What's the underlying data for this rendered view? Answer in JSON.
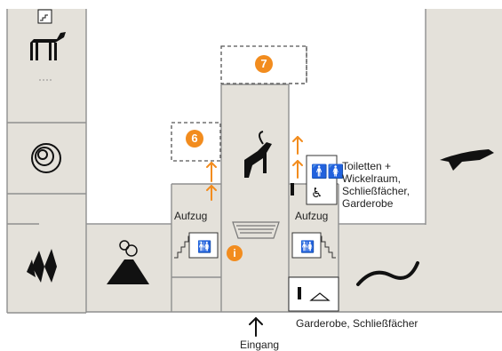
{
  "labels": {
    "elevator_left": "Aufzug",
    "elevator_right": "Aufzug",
    "toilets_lines": [
      "Toiletten +",
      "Wickelraum,",
      "Schließfächer,",
      "Garderobe"
    ],
    "cloakroom": "Garderobe, Schließfächer",
    "entrance": "Eingang"
  },
  "badges": {
    "room6": "6",
    "room7": "7",
    "info": "i"
  },
  "colors": {
    "floor": "#e4e1da",
    "wall": "#8f8f8f",
    "accent": "#f28c1e",
    "ink": "#111111",
    "dashed": "#555555"
  },
  "rooms": [
    {
      "name": "minerals",
      "icon": "crystal-icon"
    },
    {
      "name": "fossils",
      "icon": "ammonite-icon"
    },
    {
      "name": "mammals",
      "icon": "zebra-icon"
    },
    {
      "name": "volcano",
      "icon": "volcano-icon"
    },
    {
      "name": "alpine-animals",
      "icon": "ibex-icon"
    },
    {
      "name": "reptiles",
      "icon": "snake-icon"
    },
    {
      "name": "sea-life",
      "icon": "shark-icon"
    }
  ]
}
